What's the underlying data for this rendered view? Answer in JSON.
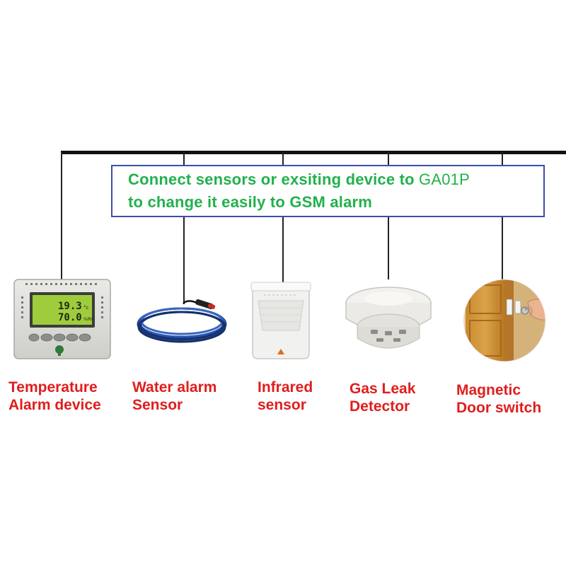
{
  "callout": {
    "line1_prefix": "Connect sensors or exsiting device to ",
    "line1_model": "GA01P",
    "line2": "to change it easily to GSM alarm"
  },
  "thermostat_display": {
    "temperature": "19.3",
    "temperature_unit": "°c",
    "humidity": "70.0",
    "humidity_unit": "%RH"
  },
  "devices": [
    {
      "line1": "Temperature",
      "line2": "Alarm device"
    },
    {
      "line1": "Water alarm",
      "line2": "Sensor"
    },
    {
      "line1": "Infrared",
      "line2": "sensor"
    },
    {
      "line1": "Gas Leak",
      "line2": "Detector"
    },
    {
      "line1": "Magnetic",
      "line2": "Door switch"
    }
  ],
  "colors": {
    "callout_text": "#22b14c",
    "callout_border": "#3b4fa8",
    "label_text": "#e11d1d",
    "bus_line": "#111111"
  }
}
